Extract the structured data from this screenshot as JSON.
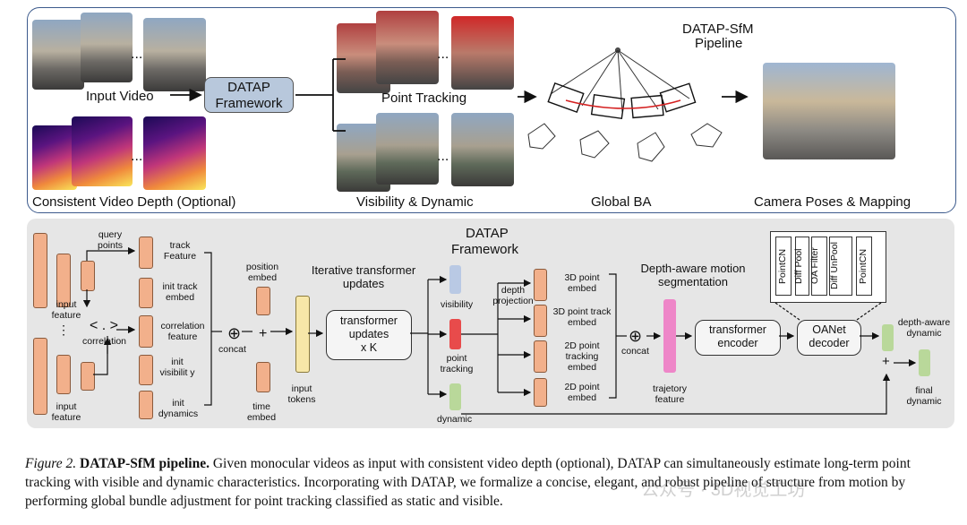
{
  "top_panel": {
    "title_line1": "DATAP-SfM",
    "title_line2": "Pipeline",
    "input_video": "Input Video",
    "framework_line1": "DATAP",
    "framework_line2": "Framework",
    "point_tracking": "Point Tracking",
    "consistent_depth": "Consistent Video Depth (Optional)",
    "visibility_dynamic": "Visibility & Dynamic",
    "global_ba": "Global BA",
    "camera_poses": "Camera Poses & Mapping",
    "ellipsis": "..."
  },
  "bottom_panel": {
    "title_line1": "DATAP",
    "title_line2": "Framework",
    "query_points": "query points",
    "input_feature_top": "input feature",
    "input_feature_bottom": "input feature",
    "correlation_symbol": "< . >",
    "correlation": "correlation",
    "dots": "⋮",
    "track_feature": "track Feature",
    "init_track_embed": "init track embed",
    "correlation_feature": "correlation feature",
    "init_visibility": "init visibilit y",
    "init_dynamics": "init dynamics",
    "concat": "concat",
    "position_embed": "position embed",
    "time_embed": "time embed",
    "plus": "+",
    "oplus": "⊕",
    "input_tokens": "input tokens",
    "iterative_title": "Iterative transformer updates",
    "transformer_updates_l1": "transformer",
    "transformer_updates_l2": "updates",
    "transformer_updates_l3": "x K",
    "visibility": "visibility",
    "point_tracking": "point tracking",
    "dynamic": "dynamic",
    "depth_projection": "depth projection",
    "p3d_embed": "3D point embed",
    "p3d_track_embed": "3D point track embed",
    "p2d_tracking_embed": "2D point tracking embed",
    "p2d_embed": "2D point embed",
    "concat2": "concat",
    "depth_aware_title": "Depth-aware motion segmentation",
    "trajectory_feature": "trajetory feature",
    "transformer_encoder_l1": "transformer",
    "transformer_encoder_l2": "encoder",
    "oanet_l1": "OANet",
    "oanet_l2": "decoder",
    "oanet_layers": [
      "PointCN",
      "Diff Pool",
      "OA Filter",
      "Diff UnPool",
      "PointCN"
    ],
    "depth_aware_dynamic": "depth-aware dynamic",
    "final_dynamic": "final dynamic"
  },
  "caption": {
    "figure_label": "Figure 2.",
    "bold_title": "DATAP-SfM pipeline.",
    "text": "Given monocular videos as input with consistent video depth (optional), DATAP can simultaneously estimate long-term point tracking with visible and dynamic characteristics. Incorporating with DATAP, we formalize a concise, elegant, and robust pipeline of structure from motion by performing global bundle adjustment for point tracking classified as static and visible."
  },
  "watermark": "公众号 · 3D视觉工坊",
  "colors": {
    "top_border": "#3c5a8c",
    "bottom_bg": "#e6e6e6",
    "framework_box": "#b8c8dc",
    "orange": "#f2b08b",
    "visibility_blue": "#b9c9e4",
    "tracking_red": "#e84b4b",
    "dynamic_green": "#b9d89a",
    "tokens_yellow": "#f7e7a8",
    "trajectory_pink": "#ee86c8",
    "red_track": "#d42020"
  }
}
